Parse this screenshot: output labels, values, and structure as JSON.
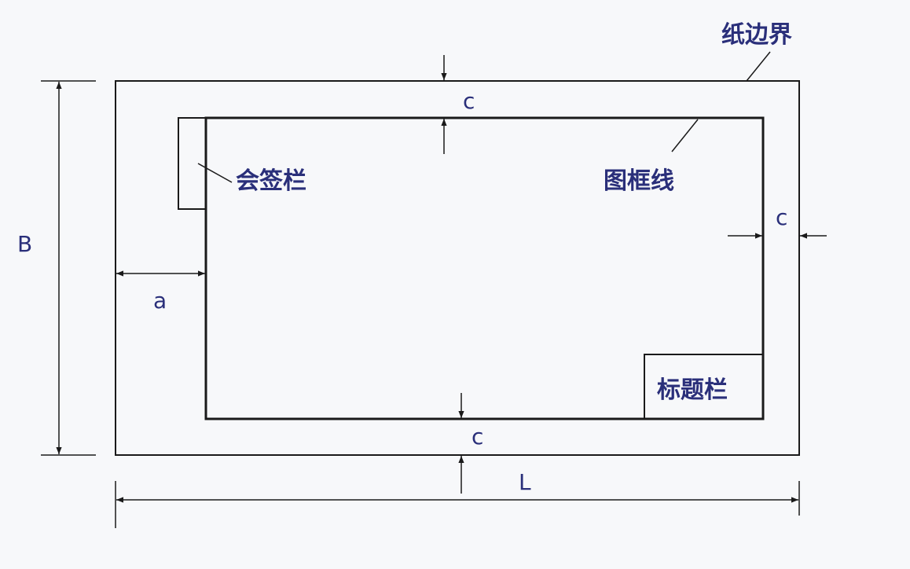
{
  "labels": {
    "paper_border": "纸边界",
    "frame_line": "图框线",
    "signature_block": "会签栏",
    "title_block": "标题栏"
  },
  "dimensions": {
    "width": "L",
    "height": "B",
    "left_margin": "a",
    "margin_top": "c",
    "margin_right": "c",
    "margin_bottom": "c"
  },
  "colors": {
    "line": "#1a1a1a",
    "label": "#2a2f7a",
    "background": "#f7f8fa"
  }
}
